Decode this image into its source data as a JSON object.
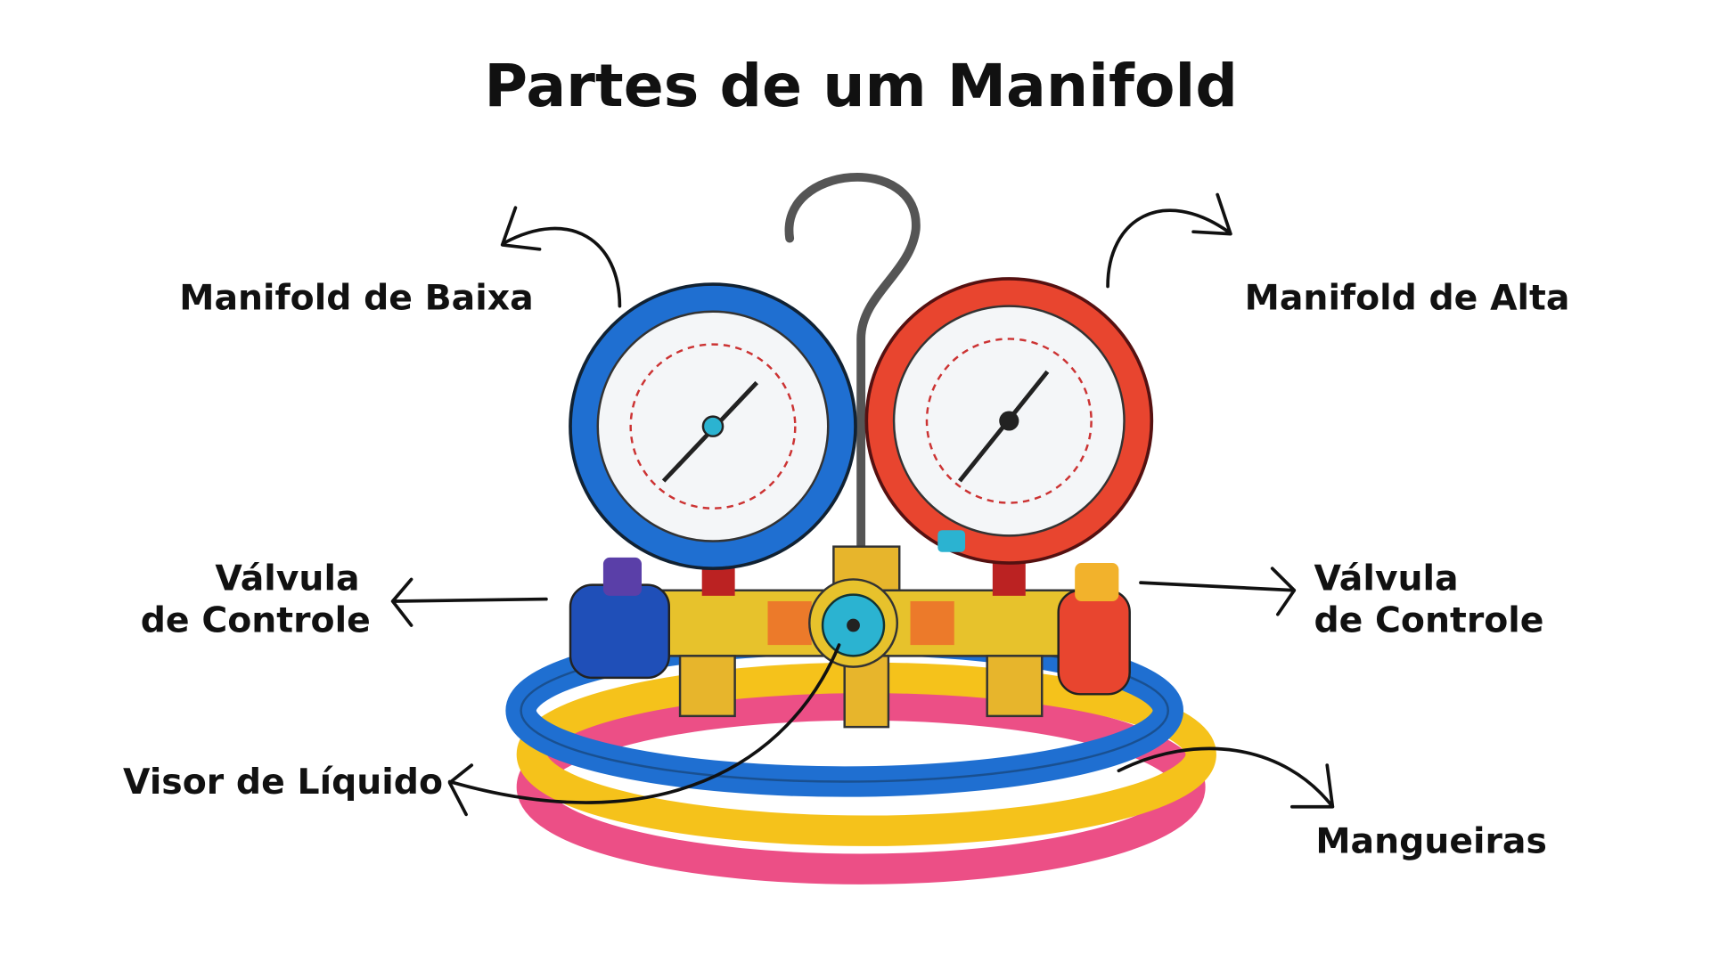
{
  "title": "Partes de um Manifold",
  "labels": {
    "low_gauge": "Manifold de Baixa",
    "high_gauge": "Manifold de Alta",
    "left_valve_line1": "Válvula",
    "left_valve_line2": "de Controle",
    "right_valve_line1": "Válvula",
    "right_valve_line2": "de Controle",
    "sight_glass": "Visor de Líquido",
    "hoses": "Mangueiras"
  },
  "colors": {
    "low_side": "#1f6fd1",
    "high_side": "#e8452f",
    "brass": "#e7c22c",
    "hose_yellow": "#f5c21b",
    "hose_pink": "#ec4f86",
    "sight_glass": "#2bb3d1"
  }
}
